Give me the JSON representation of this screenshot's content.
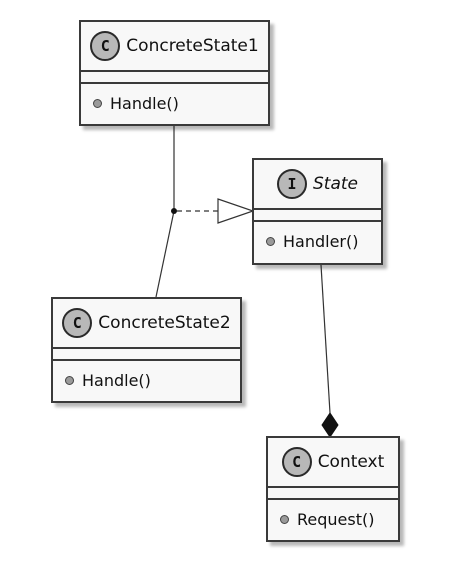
{
  "classes": {
    "concrete_state1": {
      "badge": "C",
      "name": "ConcreteState1",
      "method": "Handle()"
    },
    "state": {
      "badge": "I",
      "name": "State",
      "method": "Handler()"
    },
    "concrete_state2": {
      "badge": "C",
      "name": "ConcreteState2",
      "method": "Handle()"
    },
    "context": {
      "badge": "C",
      "name": "Context",
      "method": "Request()"
    }
  },
  "colors": {
    "box_fill": "#f8f8f8",
    "box_border": "#3a3a3a",
    "badge_fill": "#b8b8b8",
    "line": "#333333"
  }
}
